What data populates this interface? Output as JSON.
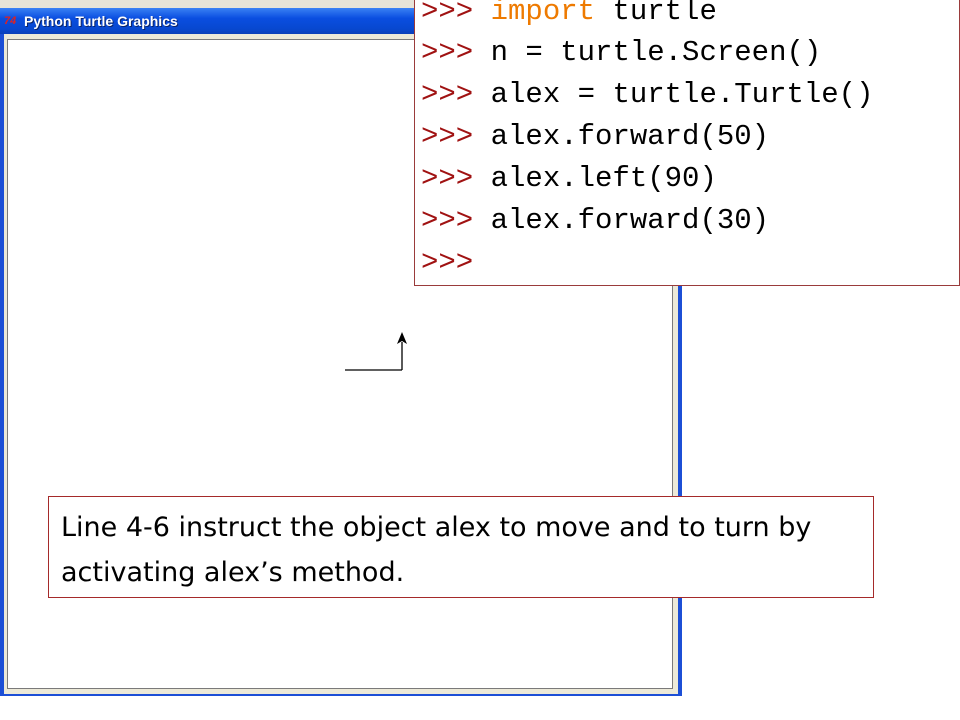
{
  "window": {
    "title": "Python Turtle Graphics",
    "icon": "tk-icon",
    "icon_glyph": "74"
  },
  "shell": {
    "prompt": ">>>",
    "lines": [
      {
        "keyword": "import",
        "rest": " turtle"
      },
      {
        "keyword": "",
        "rest": "n = turtle.Screen()"
      },
      {
        "keyword": "",
        "rest": "alex = turtle.Turtle()"
      },
      {
        "keyword": "",
        "rest": "alex.forward(50)"
      },
      {
        "keyword": "",
        "rest": "alex.left(90)"
      },
      {
        "keyword": "",
        "rest": "alex.forward(30)"
      },
      {
        "keyword": "",
        "rest": ""
      }
    ]
  },
  "caption": {
    "text": "Line 4-6 instruct the object alex to move and to turn by activating alex’s method."
  },
  "colors": {
    "titlebar": "#0a4ee0",
    "prompt": "#a01212",
    "keyword": "#ee7a00",
    "caption_border": "#a52a2a"
  }
}
